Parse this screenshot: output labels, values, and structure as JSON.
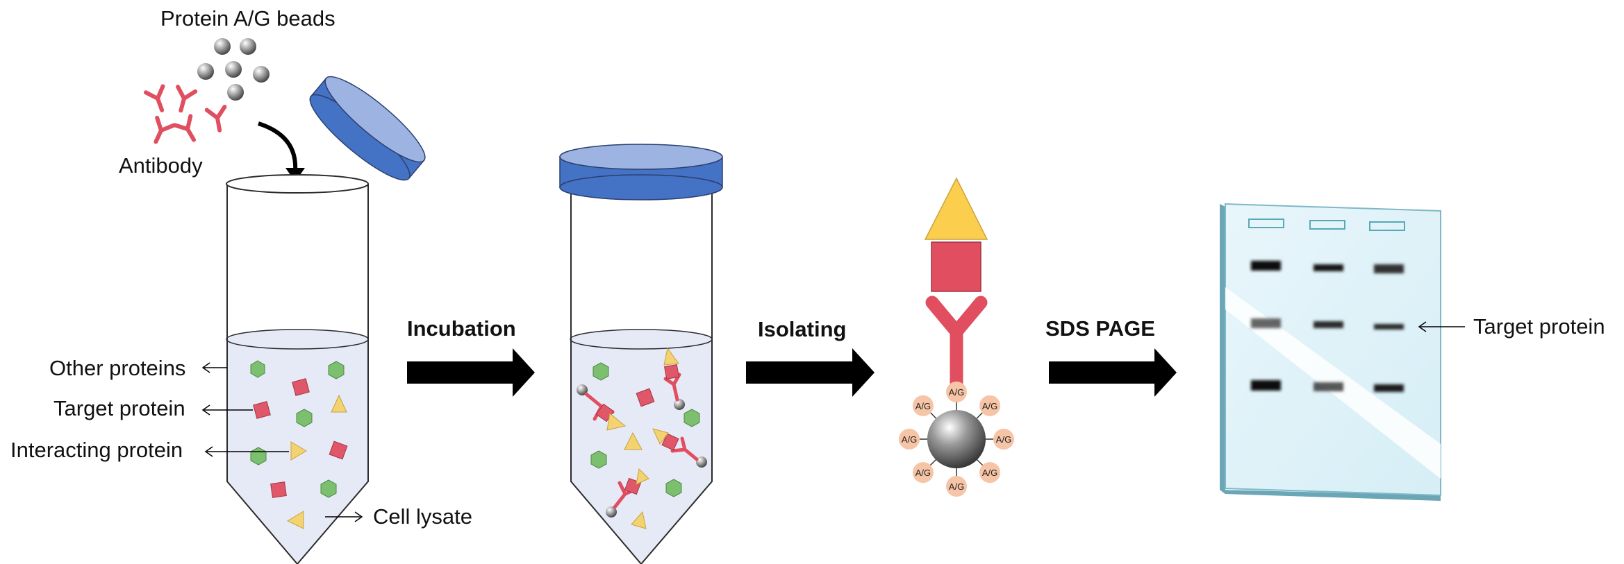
{
  "labels": {
    "beads": "Protein A/G beads",
    "antibody": "Antibody",
    "other_proteins": "Other proteins",
    "target_protein": "Target protein",
    "interacting_protein": "Interacting protein",
    "cell_lysate": "Cell lysate",
    "gel_target": "Target protein",
    "bead_ligand": "A/G"
  },
  "steps": {
    "incubation": "Incubation",
    "isolating": "Isolating",
    "sds_page": "SDS PAGE"
  },
  "colors": {
    "cap": "#4472c4",
    "cap_top": "#9db3e2",
    "tube_liquid": "#e6eaf7",
    "antibody": "#e04e60",
    "target": "#e0576a",
    "other": "#7cbf6e",
    "interacting": "#f3d272",
    "ag_badge": "#f6c4a6",
    "gel": "#e2f2f8",
    "gel_edge": "#7fb8c6",
    "arrow": "#000000"
  },
  "icons": {
    "beads": "sphere-icon",
    "antibody": "y-antibody-icon",
    "other": "hexagon-icon",
    "target": "square-icon",
    "interacting": "triangle-icon"
  }
}
